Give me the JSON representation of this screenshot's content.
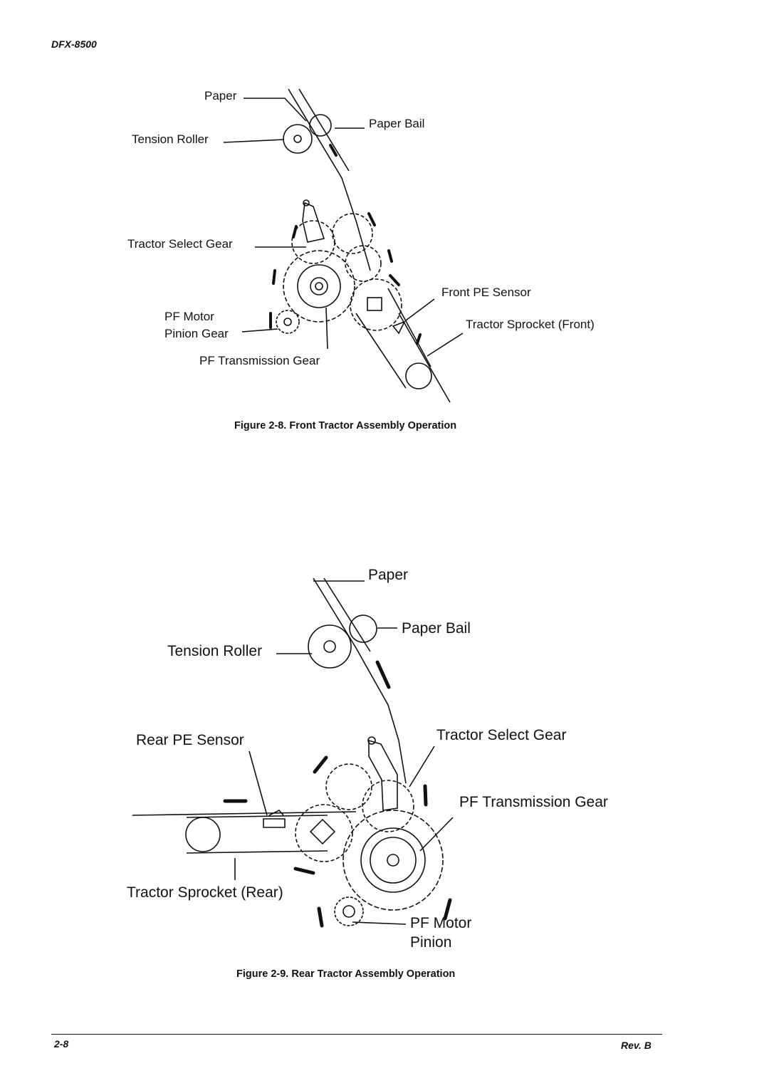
{
  "header": {
    "model": "DFX-8500"
  },
  "figure8": {
    "labels": {
      "paper": "Paper",
      "paper_bail": "Paper Bail",
      "tension_roller": "Tension Roller",
      "tractor_select_gear": "Tractor Select Gear",
      "front_pe_sensor": "Front PE Sensor",
      "pf_motor_line1": "PF Motor",
      "pf_motor_line2": "Pinion Gear",
      "tractor_sprocket_front": "Tractor Sprocket (Front)",
      "pf_transmission_gear": "PF Transmission Gear"
    },
    "caption": "Figure 2-8. Front Tractor Assembly Operation"
  },
  "figure9": {
    "labels": {
      "paper": "Paper",
      "paper_bail": "Paper Bail",
      "tension_roller": "Tension Roller",
      "rear_pe_sensor": "Rear PE Sensor",
      "tractor_select_gear": "Tractor Select Gear",
      "pf_transmission_gear": "PF Transmission Gear",
      "tractor_sprocket_rear": "Tractor Sprocket (Rear)",
      "pf_motor_line1": "PF Motor",
      "pf_motor_line2": "Pinion"
    },
    "caption": "Figure 2-9. Rear Tractor Assembly Operation"
  },
  "footer": {
    "page": "2-8",
    "revision": "Rev. B"
  }
}
